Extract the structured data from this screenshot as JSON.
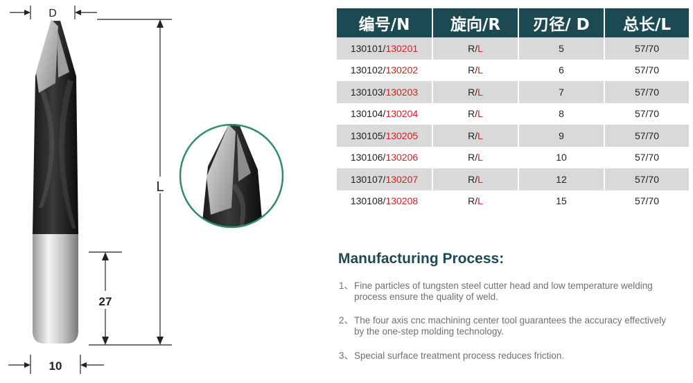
{
  "drawing": {
    "dim_d": "D",
    "dim_l": "L",
    "dim_shank_length": "27",
    "dim_shank_diameter": "10"
  },
  "table": {
    "headers": [
      "编号/N",
      "旋向/R",
      "刃径/ D",
      "总长/L"
    ],
    "rows": [
      {
        "code_a": "130101/",
        "code_b": "130201",
        "dir_a": "R/",
        "dir_b": "L",
        "d": "5",
        "l": "57/70"
      },
      {
        "code_a": "130102/",
        "code_b": "130202",
        "dir_a": "R/",
        "dir_b": "L",
        "d": "6",
        "l": "57/70"
      },
      {
        "code_a": "130103/",
        "code_b": "130203",
        "dir_a": "R/",
        "dir_b": "L",
        "d": "7",
        "l": "57/70"
      },
      {
        "code_a": "130104/",
        "code_b": "130204",
        "dir_a": "R/",
        "dir_b": "L",
        "d": "8",
        "l": "57/70"
      },
      {
        "code_a": "130105/",
        "code_b": "130205",
        "dir_a": "R/",
        "dir_b": "L",
        "d": "9",
        "l": "57/70"
      },
      {
        "code_a": "130106/",
        "code_b": "130206",
        "dir_a": "R/",
        "dir_b": "L",
        "d": "10",
        "l": "57/70"
      },
      {
        "code_a": "130107/",
        "code_b": "130207",
        "dir_a": "R/",
        "dir_b": "L",
        "d": "12",
        "l": "57/70"
      },
      {
        "code_a": "130108/",
        "code_b": "130208",
        "dir_a": "R/",
        "dir_b": "L",
        "d": "15",
        "l": "57/70"
      }
    ]
  },
  "process": {
    "title": "Manufacturing Process:",
    "items": [
      {
        "num": "1、",
        "line1": "Fine particles of tungsten steel cutter head and low temperature welding",
        "line2": "process ensure the quality of weld."
      },
      {
        "num": "2、",
        "line1": "The four axis cnc machining center tool guarantees the accuracy effectively",
        "line2": "by the one-step molding technology."
      },
      {
        "num": "3、",
        "line1": "Special surface treatment process reduces friction.",
        "line2": ""
      }
    ]
  },
  "colors": {
    "header_bg": "#1d4a52",
    "alt_row": "#d9d9d9",
    "red_text": "#d21f1f",
    "title_color": "#1d4a52",
    "body_text": "#6f6f6f",
    "circle_border": "#2e8b6e"
  }
}
